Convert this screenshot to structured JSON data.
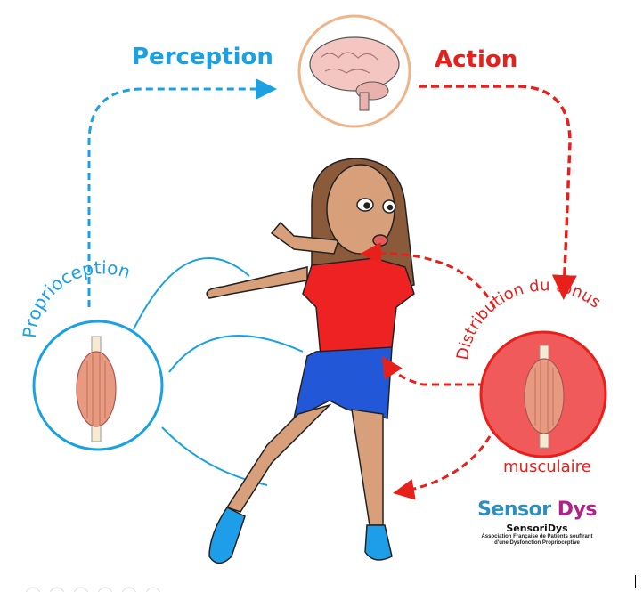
{
  "labels": {
    "perception": "Perception",
    "action": "Action",
    "proprioception": "Proprioception",
    "distribution": "Distribution du tonus",
    "musculaire": "musculaire"
  },
  "logo": {
    "sensor": "Sensor",
    "dys": "Dys",
    "name": "SensoriDys",
    "subtitle_line1": "Association Française de Patients souffrant",
    "subtitle_line2": "d'une Dysfonction Proprioceptive"
  },
  "colors": {
    "blue": "#1ba1e2",
    "red": "#e8201c",
    "brain_ring": "#f0b48a",
    "muscle_fill": "#f05a5a"
  }
}
